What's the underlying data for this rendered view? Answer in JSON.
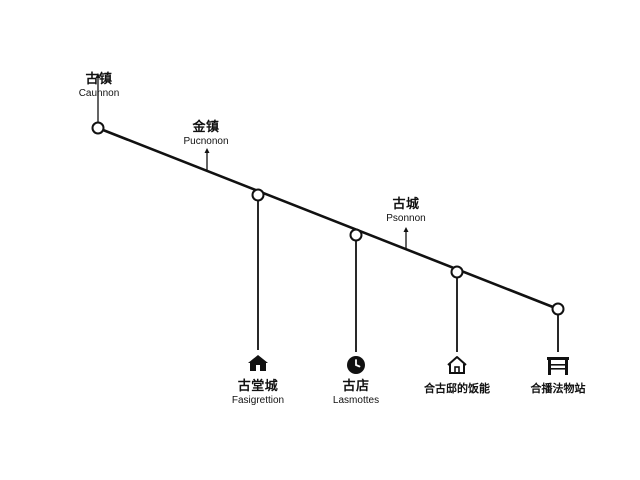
{
  "diagram": {
    "top_labels": [
      {
        "zh": "古镇",
        "en": "Caunnon"
      },
      {
        "zh": "金镇",
        "en": "Pucnonon"
      },
      {
        "zh": "古城",
        "en": "Psonnon"
      }
    ],
    "bottom_labels": [
      {
        "zh": "古堂城",
        "en": "Fasigrettion",
        "icon": "house-icon"
      },
      {
        "zh": "古店",
        "en": "Lasmottes",
        "icon": "clock-icon"
      },
      {
        "zh": "合古邸的饭能",
        "icon": "home-outline-icon"
      },
      {
        "zh": "合播法物站",
        "icon": "gate-icon"
      }
    ],
    "colors": {
      "line": "#111111",
      "node_fill": "#ffffff"
    }
  }
}
